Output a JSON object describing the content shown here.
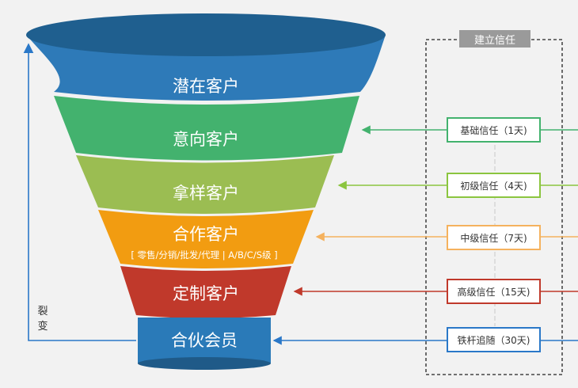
{
  "funnel": {
    "stages": [
      {
        "id": "latent",
        "label": "潜在客户",
        "color": "#2e7ab8"
      },
      {
        "id": "intent",
        "label": "意向客户",
        "color": "#43b26e"
      },
      {
        "id": "sample",
        "label": "拿样客户",
        "color": "#9bbd52"
      },
      {
        "id": "coop",
        "label": "合作客户",
        "sublabel": "[ 零售/分销/批发/代理 | A/B/C/S级 ]",
        "color": "#f29c11"
      },
      {
        "id": "custom",
        "label": "定制客户",
        "color": "#c0392b"
      },
      {
        "id": "member",
        "label": "合伙会员",
        "color": "#2a7ab8"
      }
    ],
    "fission_label": "裂变"
  },
  "trust": {
    "title": "建立信任",
    "levels": [
      {
        "label": "基础信任（1天)",
        "color": "#43b26e"
      },
      {
        "label": "初级信任（4天)",
        "color": "#8bc53f"
      },
      {
        "label": "中级信任（7天)",
        "color": "#f5b25e"
      },
      {
        "label": "高级信任（15天)",
        "color": "#c0392b"
      },
      {
        "label": "铁杆追随（30天)",
        "color": "#2a78c8"
      }
    ]
  },
  "colors": {
    "funnel_top_ellipse": "#1f5f8f",
    "member_cylinder_top": "#1f5a88",
    "member_cylinder_bottom": "#1f5a88",
    "trust_header_bg": "#9a9a9a",
    "fission_arrow": "#2a78c8"
  }
}
